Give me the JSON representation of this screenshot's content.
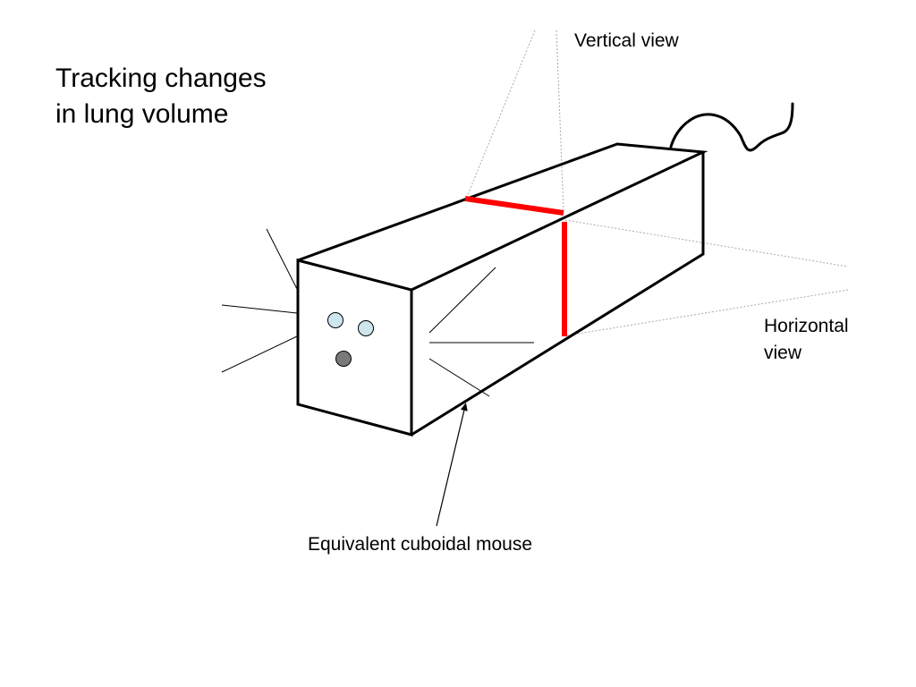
{
  "title": {
    "line1": "Tracking changes",
    "line2": "in lung volume"
  },
  "labels": {
    "vertical_view": "Vertical view",
    "horizontal_view_line1": "Horizontal",
    "horizontal_view_line2": "view",
    "cuboid_caption": "Equivalent cuboidal mouse"
  },
  "colors": {
    "outline": "#000000",
    "measurement_line": "#ff0000",
    "view_ray": "#aaaaaa",
    "marker_light": "#cce6ec",
    "marker_dark": "#7a7a7a"
  }
}
